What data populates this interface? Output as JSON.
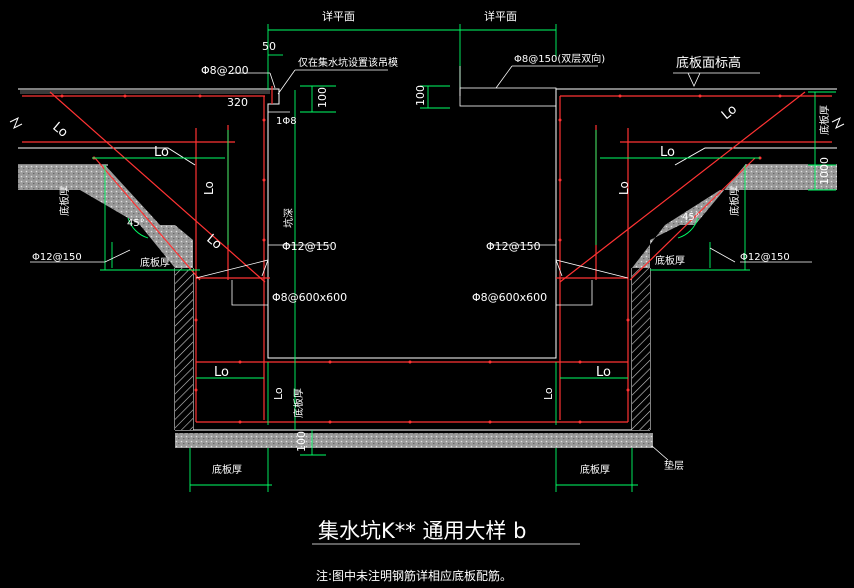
{
  "drawing": {
    "title": "集水坑K** 通用大样 b",
    "note": "注:图中未注明钢筋详相应底板配筋。",
    "colors": {
      "background": "#000000",
      "wall_line": "#ffffff",
      "rebar": "#ff3333",
      "dimension": "#00ff66",
      "leader": "#ffffff",
      "hatch": "#ffffff",
      "concrete_fill": "#bfbfbf"
    },
    "labels": {
      "top_dim_left": "详平面",
      "top_dim_right": "详平面",
      "dim_50": "50",
      "dim_100_top_left": "100",
      "dim_100_top_right": "100",
      "dim_100_bottom": "100",
      "dim_1000_right": "1000",
      "dim_320": "320",
      "rebar_phi8_200": "Φ8@200",
      "rebar_phi8_150": "Φ8@150(双层双向)",
      "rebar_1phi8": "1Φ8",
      "note_hanger": "仅在集水坑设置该吊模",
      "slab_top_elev": "底板面标高",
      "lo_1": "Lo",
      "lo_2": "Lo",
      "lo_3": "Lo",
      "lo_4": "Lo",
      "lo_5": "Lo",
      "lo_6": "Lo",
      "lo_7": "Lo",
      "lo_8": "Lo",
      "lo_9": "Lo",
      "lo_10": "Lo",
      "lo_11": "Lo",
      "slab_thick_left_v": "底板厚",
      "slab_thick_right_v": "底板厚",
      "slab_thick_left_h": "底板厚",
      "slab_thick_right_h": "底板厚",
      "slab_thick_bottom_left": "底板厚",
      "slab_thick_bottom_right": "底板厚",
      "slab_thick_center": "底板厚",
      "slab_thick_right_edge": "底板厚",
      "pit_depth": "坑深",
      "angle_left": "45°",
      "angle_right": "45°",
      "rebar_phi12_150_outer_left": "Φ12@150",
      "rebar_phi12_150_outer_right": "Φ12@150",
      "rebar_phi12_150_inner_left": "Φ12@150",
      "rebar_phi12_150_inner_right": "Φ12@150",
      "rebar_phi8_600_left": "Φ8@600x600",
      "rebar_phi8_600_right": "Φ8@600x600",
      "cushion": "垫层"
    }
  }
}
